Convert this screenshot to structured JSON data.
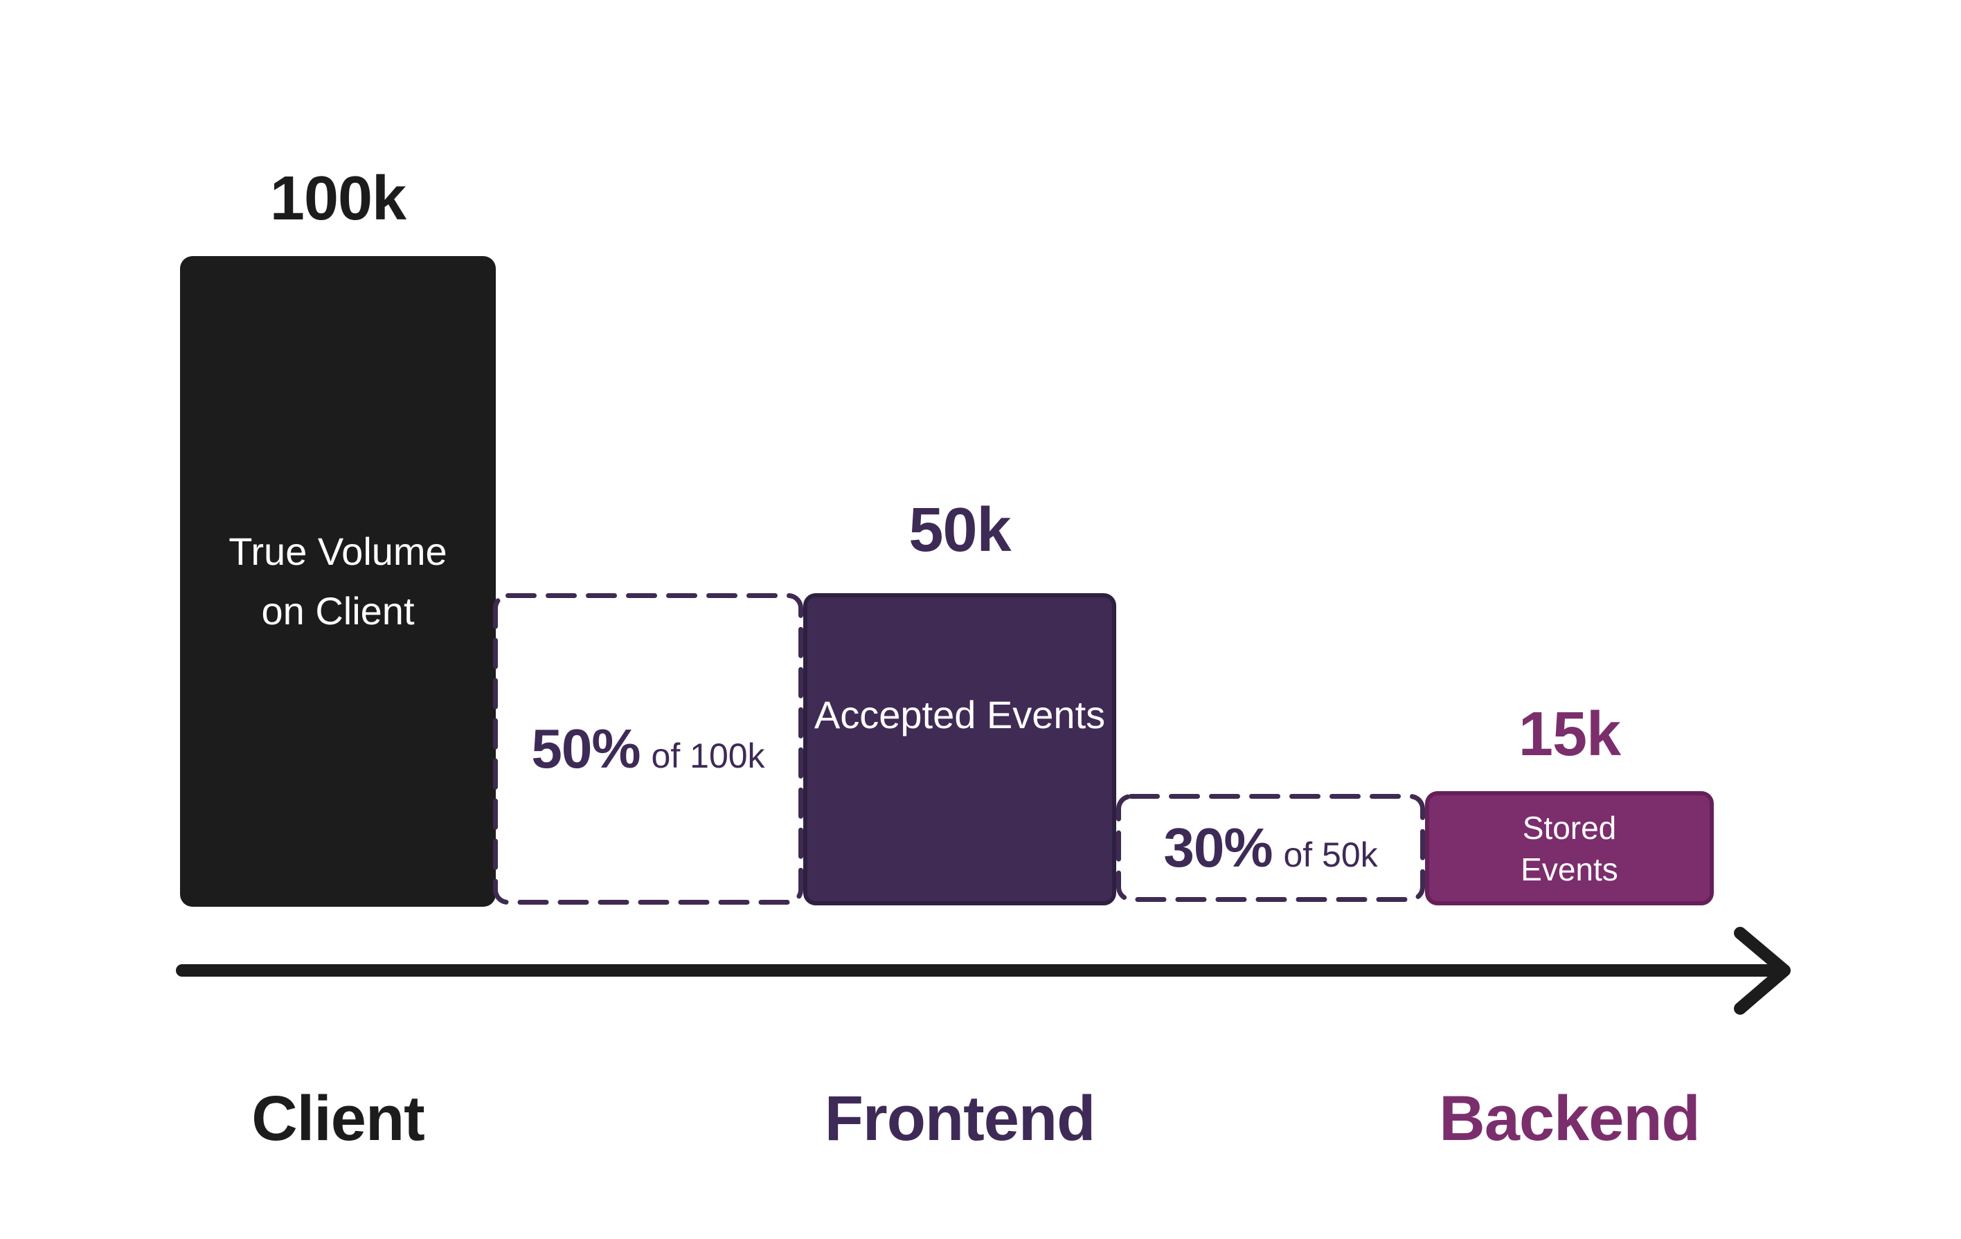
{
  "colors": {
    "background": "#ffffff",
    "ink_black": "#1d1c1c",
    "dark_purple_fill": "#402b55",
    "dark_purple_border": "#2d2040",
    "dark_purple_text": "#3e2a56",
    "dashed_border": "#3f2a52",
    "magenta_fill": "#7b2d6c",
    "magenta_border": "#662059",
    "magenta_text": "#7b2e6c",
    "bar_label_text": "#ffffff"
  },
  "stages": {
    "client": {
      "value_label": "100k",
      "bar_label": "True Volume on Client"
    },
    "frontend": {
      "value_label": "50k",
      "bar_label": "Accepted Events"
    },
    "backend": {
      "value_label": "15k",
      "bar_label": "Stored Events"
    }
  },
  "drops": {
    "frontend": {
      "percent": "50%",
      "of": "of 100k"
    },
    "backend": {
      "percent": "30%",
      "of": "of 50k"
    }
  },
  "axis": {
    "labels": [
      "Client",
      "Frontend",
      "Backend"
    ]
  },
  "chart_data": {
    "type": "bar",
    "subtype": "funnel",
    "categories": [
      "Client",
      "Frontend",
      "Backend"
    ],
    "series": [
      {
        "name": "Events",
        "values": [
          100000,
          50000,
          15000
        ]
      }
    ],
    "value_labels": [
      "100k",
      "50k",
      "15k"
    ],
    "bar_labels": [
      "True Volume on Client",
      "Accepted Events",
      "Stored Events"
    ],
    "retention_annotations": [
      {
        "between": [
          "Client",
          "Frontend"
        ],
        "percent": "50%",
        "of": "of 100k"
      },
      {
        "between": [
          "Frontend",
          "Backend"
        ],
        "percent": "30%",
        "of": "of 50k"
      }
    ],
    "xlabel": "",
    "ylabel": "",
    "legend": false,
    "grid": false,
    "x_axis_style": "arrow-right"
  }
}
